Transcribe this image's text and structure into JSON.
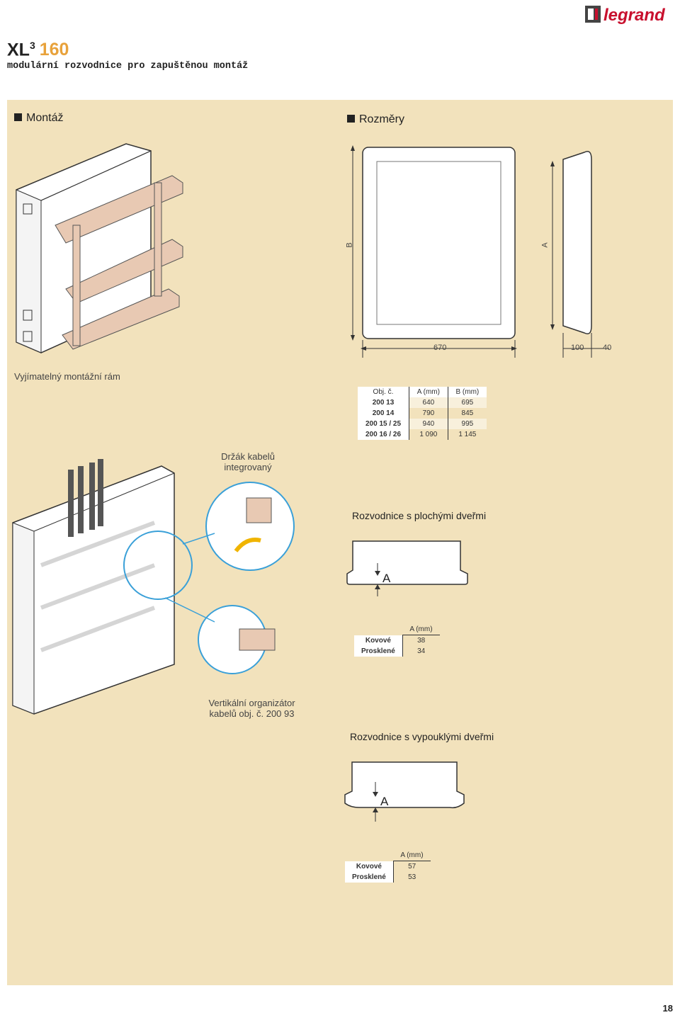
{
  "header": {
    "brand": "legrand",
    "title_main": "XL",
    "title_sup": "3",
    "title_num": "160",
    "subtitle": "modulární rozvodnice pro zapuštěnou montáž"
  },
  "sections": {
    "montaz": "Montáž",
    "rozmery": "Rozměry"
  },
  "labels": {
    "frame": "Vyjímatelný montážní rám",
    "cable_holder_1": "Držák kabelů",
    "cable_holder_2": "integrovaný",
    "organizer_1": "Vertikální organizátor",
    "organizer_2": "kabelů obj. č. 200 93",
    "flat_doors": "Rozvodnice s plochými dveřmi",
    "curved_doors": "Rozvodnice s vypouklými dveřmi"
  },
  "dimensions": {
    "B": "B",
    "A": "A",
    "width": "670",
    "d100": "100",
    "d40": "40"
  },
  "table_main": {
    "headers": [
      "Obj. č.",
      "A (mm)",
      "B (mm)"
    ],
    "rows": [
      [
        "200 13",
        "640",
        "695"
      ],
      [
        "200 14",
        "790",
        "845"
      ],
      [
        "200 15 / 25",
        "940",
        "995"
      ],
      [
        "200 16 / 26",
        "1 090",
        "1 145"
      ]
    ]
  },
  "table_flat": {
    "header": "A (mm)",
    "rows": [
      [
        "Kovové",
        "38"
      ],
      [
        "Prosklené",
        "34"
      ]
    ]
  },
  "table_curved": {
    "header": "A (mm)",
    "rows": [
      [
        "Kovové",
        "57"
      ],
      [
        "Prosklené",
        "53"
      ]
    ]
  },
  "door_label": "A",
  "page_number": "18"
}
